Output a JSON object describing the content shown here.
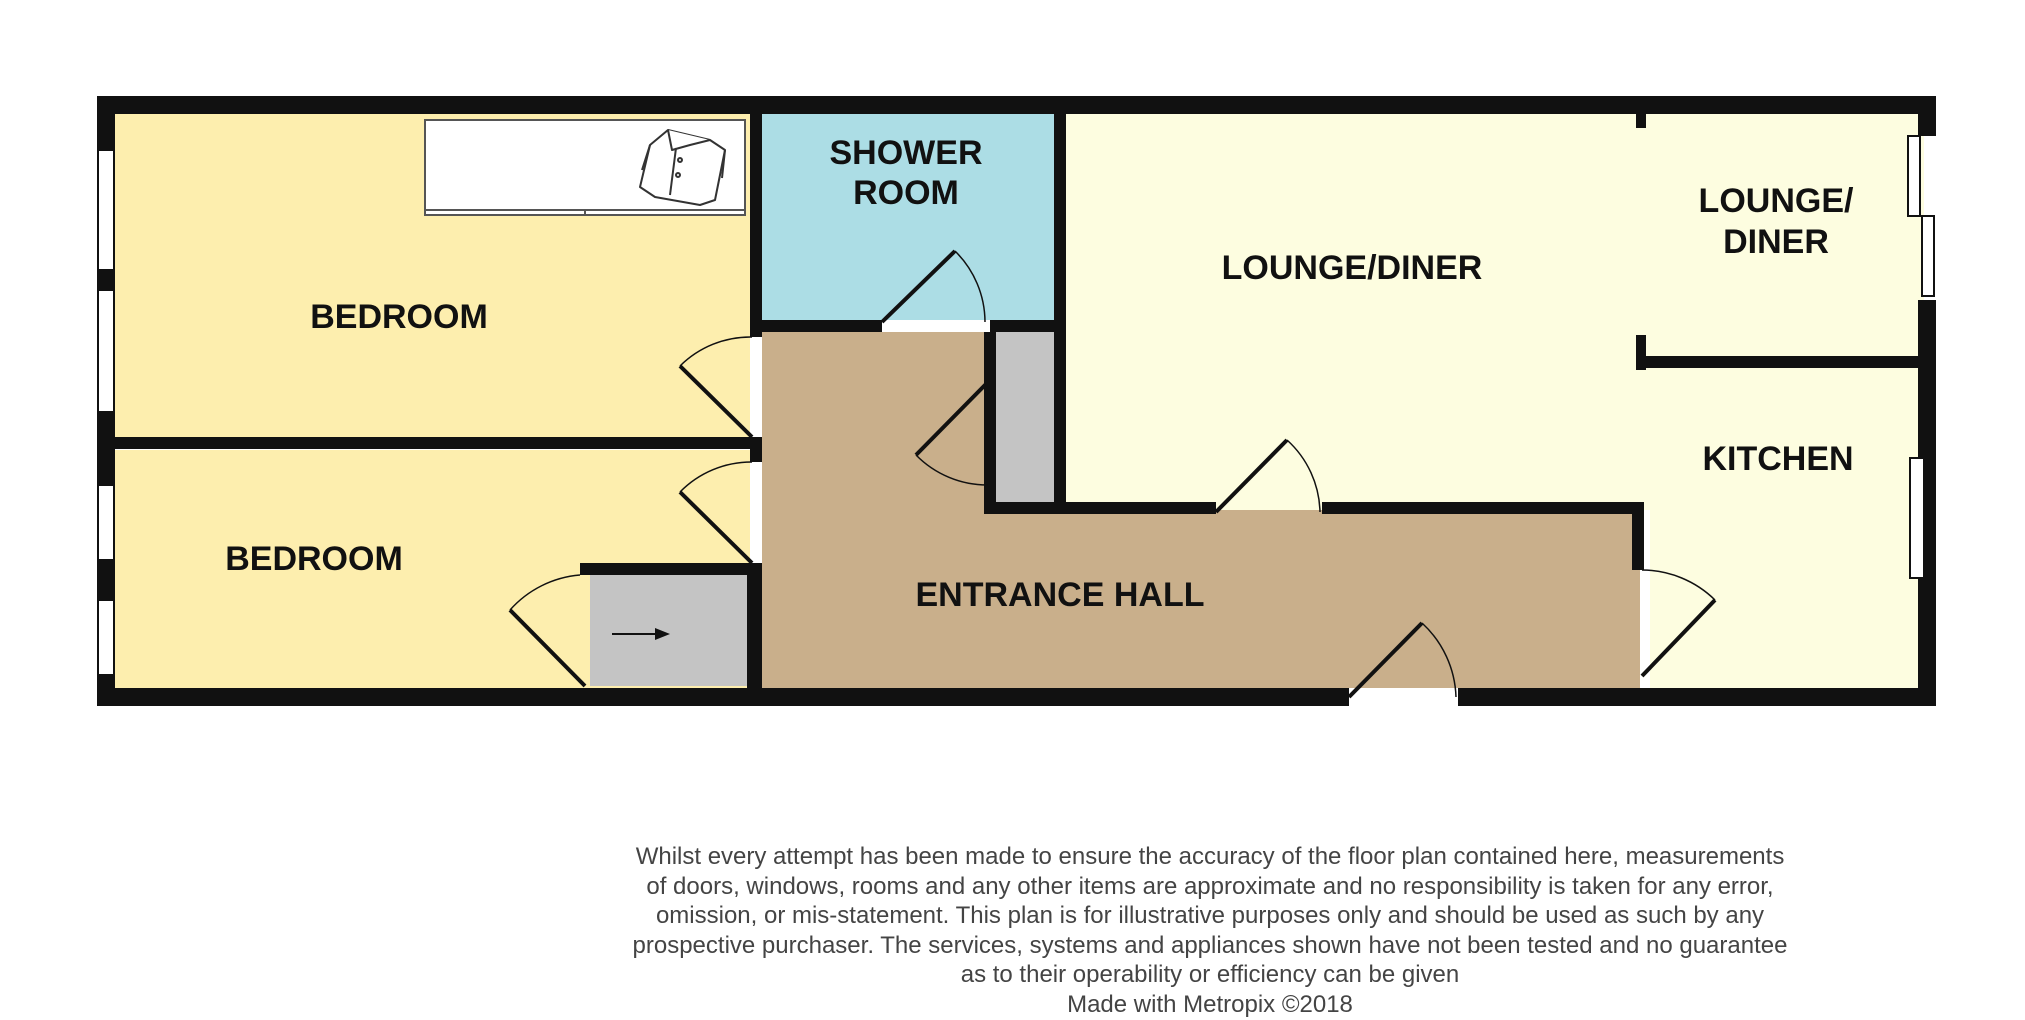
{
  "rooms": {
    "bedroom_1": "BEDROOM",
    "bedroom_2": "BEDROOM",
    "shower_room_line1": "SHOWER",
    "shower_room_line2": "ROOM",
    "lounge_diner_main": "LOUNGE/DINER",
    "lounge_diner_side_line1": "LOUNGE/",
    "lounge_diner_side_line2": "DINER",
    "kitchen": "KITCHEN",
    "entrance_hall": "ENTRANCE HALL"
  },
  "colors": {
    "bedroom": "#fdeeae",
    "shower_room": "#acdde5",
    "lounge_diner": "#fdfde0",
    "kitchen": "#fdfde0",
    "entrance_hall": "#c9af8b",
    "cupboard": "#c4c4c4",
    "wall": "#111111"
  },
  "icons": {
    "wardrobe": "shirt-icon",
    "cupboard_arrow": "arrow-right-icon"
  },
  "disclaimer": {
    "lines": [
      "Whilst every attempt has been made to ensure the accuracy of the floor plan contained here, measurements",
      "of doors, windows, rooms and any other items are approximate and no responsibility is taken for any error,",
      "omission, or mis-statement. This plan is for illustrative purposes only and should be used as such by any",
      "prospective purchaser. The services, systems and appliances shown have not been tested and no guarantee",
      "as to their operability or efficiency can be given"
    ],
    "credit": "Made with Metropix ©2018"
  }
}
